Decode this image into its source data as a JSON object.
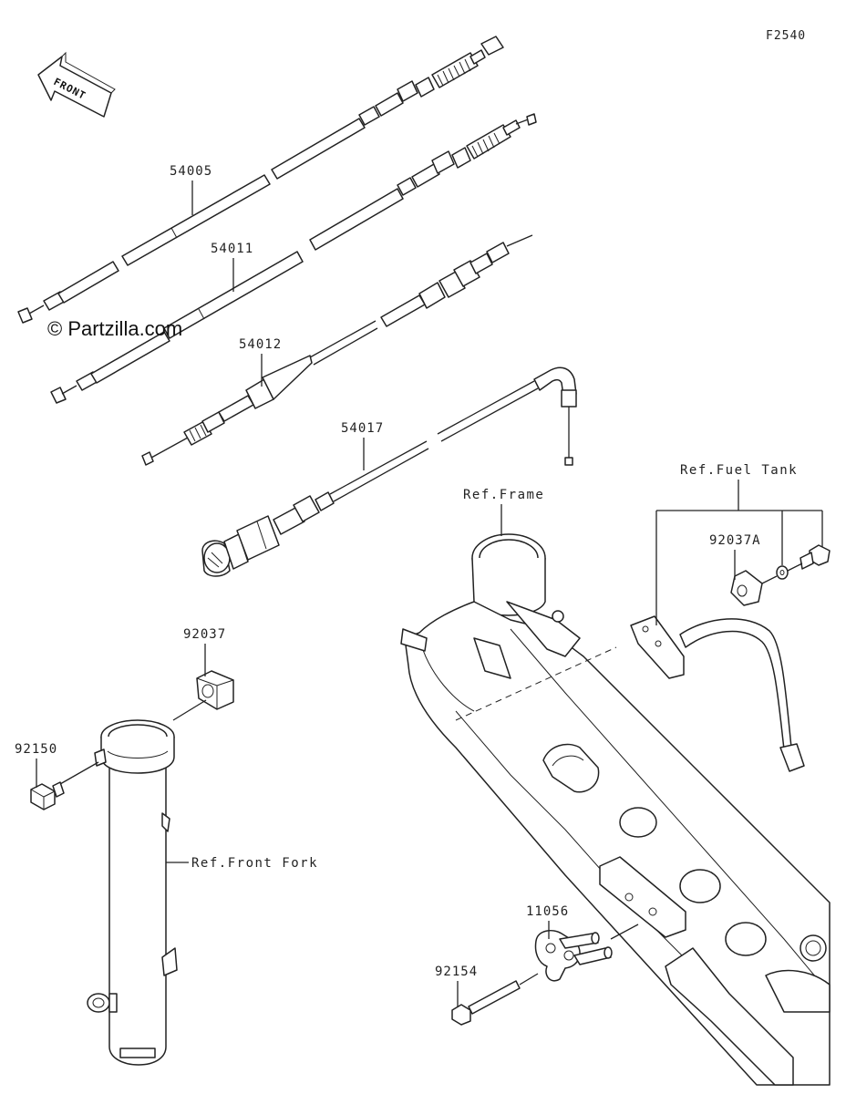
{
  "diagram": {
    "code": "F2540",
    "watermark": "© Partzilla.com",
    "front_arrow_label": "FRONT",
    "parts": [
      {
        "number": "54005"
      },
      {
        "number": "54011"
      },
      {
        "number": "54012"
      },
      {
        "number": "54017"
      },
      {
        "number": "92037"
      },
      {
        "number": "92037A"
      },
      {
        "number": "92150"
      },
      {
        "number": "92154"
      },
      {
        "number": "11056"
      }
    ],
    "references": {
      "frame": "Ref.Frame",
      "fuel_tank": "Ref.Fuel Tank",
      "front_fork": "Ref.Front Fork"
    }
  }
}
